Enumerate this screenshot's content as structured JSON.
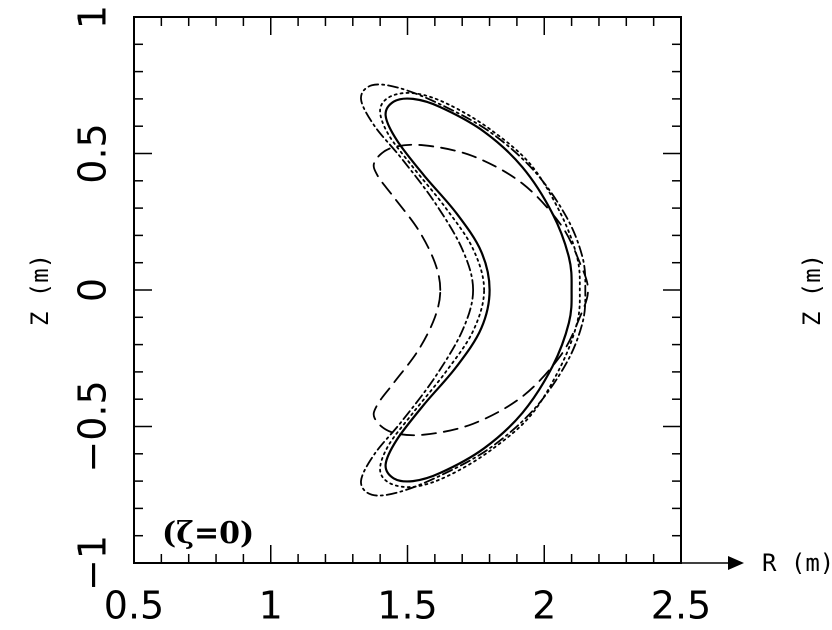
{
  "chart_data": {
    "type": "line",
    "title": "",
    "xlabel": "R (m)",
    "ylabel": "Z (m)",
    "ylabel_right": "Z (m)",
    "xlim": [
      0.5,
      2.5
    ],
    "ylim": [
      -1,
      1
    ],
    "xticks": [
      0.5,
      1,
      1.5,
      2,
      2.5
    ],
    "xtick_labels": [
      "0.5",
      "1",
      "1.5",
      "2",
      "2.5"
    ],
    "yticks": [
      -1,
      -0.5,
      0,
      0.5,
      1
    ],
    "ytick_labels": [
      "−1",
      "−0.5",
      "0",
      "0.5",
      "1"
    ],
    "grid": false,
    "annotation": "(ζ=0)",
    "series": [
      {
        "style": "solid",
        "points": [
          [
            1.8,
            0
          ],
          [
            1.77,
            0.14
          ],
          [
            1.68,
            0.28
          ],
          [
            1.56,
            0.42
          ],
          [
            1.46,
            0.55
          ],
          [
            1.42,
            0.64
          ],
          [
            1.45,
            0.69
          ],
          [
            1.52,
            0.7
          ],
          [
            1.62,
            0.67
          ],
          [
            1.78,
            0.58
          ],
          [
            1.92,
            0.45
          ],
          [
            2.03,
            0.28
          ],
          [
            2.09,
            0.12
          ],
          [
            2.1,
            0
          ],
          [
            2.09,
            -0.12
          ],
          [
            2.03,
            -0.28
          ],
          [
            1.92,
            -0.45
          ],
          [
            1.78,
            -0.58
          ],
          [
            1.62,
            -0.67
          ],
          [
            1.52,
            -0.7
          ],
          [
            1.45,
            -0.69
          ],
          [
            1.42,
            -0.64
          ],
          [
            1.46,
            -0.55
          ],
          [
            1.56,
            -0.42
          ],
          [
            1.68,
            -0.28
          ],
          [
            1.77,
            -0.14
          ],
          [
            1.8,
            0
          ]
        ]
      },
      {
        "style": "dotted",
        "points": [
          [
            1.78,
            0
          ],
          [
            1.74,
            0.15
          ],
          [
            1.64,
            0.3
          ],
          [
            1.52,
            0.45
          ],
          [
            1.43,
            0.57
          ],
          [
            1.4,
            0.66
          ],
          [
            1.44,
            0.71
          ],
          [
            1.53,
            0.72
          ],
          [
            1.65,
            0.68
          ],
          [
            1.8,
            0.59
          ],
          [
            1.95,
            0.46
          ],
          [
            2.06,
            0.28
          ],
          [
            2.12,
            0.12
          ],
          [
            2.13,
            0
          ],
          [
            2.12,
            -0.12
          ],
          [
            2.06,
            -0.28
          ],
          [
            1.95,
            -0.46
          ],
          [
            1.8,
            -0.59
          ],
          [
            1.65,
            -0.68
          ],
          [
            1.53,
            -0.72
          ],
          [
            1.44,
            -0.71
          ],
          [
            1.4,
            -0.66
          ],
          [
            1.43,
            -0.57
          ],
          [
            1.52,
            -0.45
          ],
          [
            1.64,
            -0.3
          ],
          [
            1.74,
            -0.15
          ],
          [
            1.78,
            0
          ]
        ]
      },
      {
        "style": "dashdot",
        "points": [
          [
            1.74,
            0
          ],
          [
            1.7,
            0.15
          ],
          [
            1.6,
            0.32
          ],
          [
            1.48,
            0.48
          ],
          [
            1.38,
            0.6
          ],
          [
            1.33,
            0.7
          ],
          [
            1.37,
            0.75
          ],
          [
            1.47,
            0.74
          ],
          [
            1.62,
            0.68
          ],
          [
            1.8,
            0.58
          ],
          [
            1.96,
            0.44
          ],
          [
            2.08,
            0.27
          ],
          [
            2.14,
            0.12
          ],
          [
            2.15,
            0
          ],
          [
            2.14,
            -0.12
          ],
          [
            2.08,
            -0.27
          ],
          [
            1.96,
            -0.44
          ],
          [
            1.8,
            -0.58
          ],
          [
            1.62,
            -0.68
          ],
          [
            1.47,
            -0.74
          ],
          [
            1.37,
            -0.75
          ],
          [
            1.33,
            -0.7
          ],
          [
            1.38,
            -0.6
          ],
          [
            1.48,
            -0.48
          ],
          [
            1.6,
            -0.32
          ],
          [
            1.7,
            -0.15
          ],
          [
            1.74,
            0
          ]
        ]
      },
      {
        "style": "dashed",
        "points": [
          [
            1.62,
            0
          ],
          [
            1.6,
            0.1
          ],
          [
            1.54,
            0.22
          ],
          [
            1.45,
            0.34
          ],
          [
            1.39,
            0.42
          ],
          [
            1.38,
            0.47
          ],
          [
            1.44,
            0.52
          ],
          [
            1.56,
            0.53
          ],
          [
            1.74,
            0.49
          ],
          [
            1.92,
            0.39
          ],
          [
            2.06,
            0.24
          ],
          [
            2.13,
            0.1
          ],
          [
            2.16,
            0
          ],
          [
            2.13,
            -0.1
          ],
          [
            2.06,
            -0.24
          ],
          [
            1.92,
            -0.39
          ],
          [
            1.74,
            -0.49
          ],
          [
            1.56,
            -0.53
          ],
          [
            1.44,
            -0.52
          ],
          [
            1.38,
            -0.47
          ],
          [
            1.39,
            -0.42
          ],
          [
            1.45,
            -0.34
          ],
          [
            1.54,
            -0.22
          ],
          [
            1.6,
            -0.1
          ],
          [
            1.62,
            0
          ]
        ]
      }
    ]
  }
}
